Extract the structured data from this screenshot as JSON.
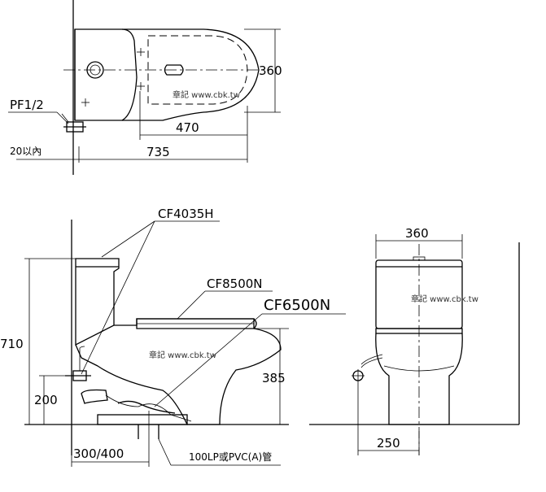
{
  "top_view": {
    "dims": {
      "depth": "360",
      "outlet_offset": "470",
      "length": "735",
      "wall_gap": "20以內"
    },
    "labels": {
      "supply": "PF1/2"
    }
  },
  "side_view": {
    "dims": {
      "height": "710",
      "seat_height": "385",
      "supply_height": "200",
      "rough_in": "300/400"
    },
    "labels": {
      "tank": "CF4035H",
      "seat": "CF8500N",
      "bowl": "CF6500N",
      "drain": "100LP或PVC(A)管"
    }
  },
  "front_view": {
    "dims": {
      "width": "360",
      "supply_offset": "250"
    }
  },
  "watermark": "章記 www.cbk.tw"
}
